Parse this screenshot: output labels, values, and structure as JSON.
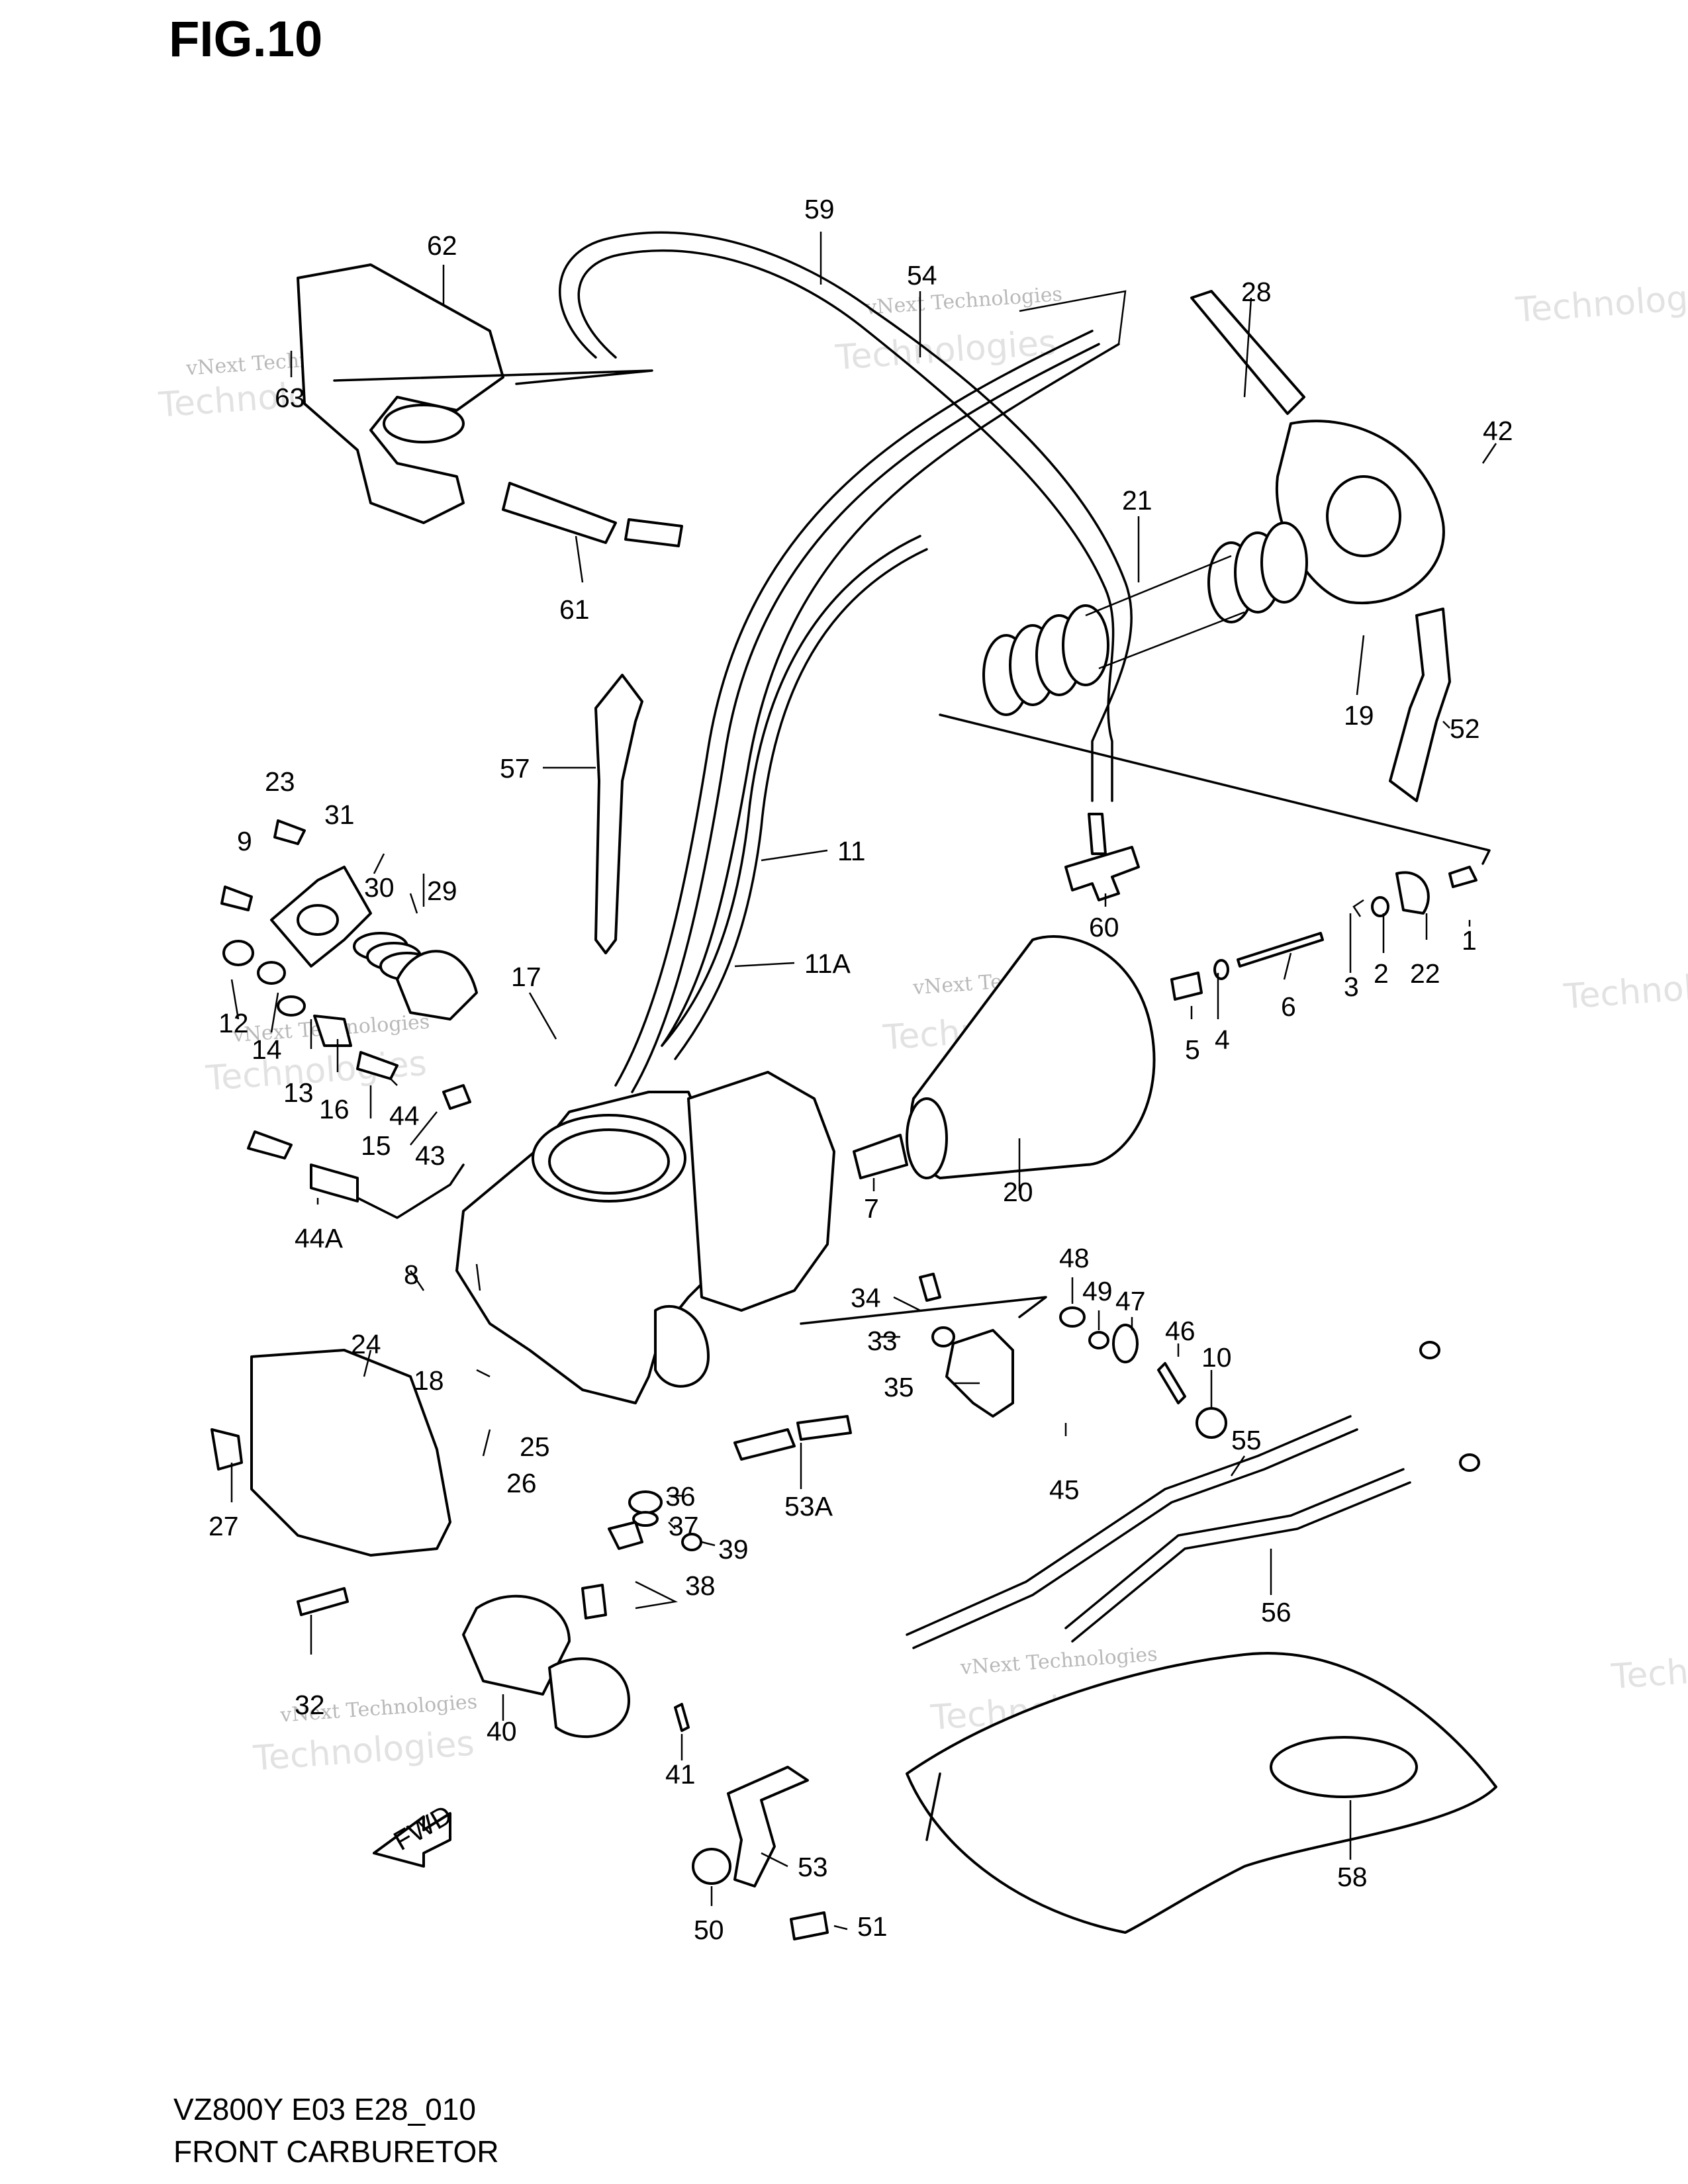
{
  "figure_title": "FIG.10",
  "footer": {
    "model_code": "VZ800Y E03 E28_010",
    "section_name": "FRONT CARBURETOR"
  },
  "watermark": {
    "line1": "vNext Technologies",
    "line2": "Technologies"
  },
  "callouts": [
    "59",
    "54",
    "62",
    "63",
    "61",
    "28",
    "42",
    "21",
    "19",
    "52",
    "57",
    "23",
    "31",
    "9",
    "30",
    "29",
    "12",
    "14",
    "13",
    "16",
    "17",
    "15",
    "44",
    "43",
    "44A",
    "11",
    "11A",
    "60",
    "1",
    "22",
    "2",
    "3",
    "6",
    "5",
    "4",
    "20",
    "7",
    "8",
    "24",
    "18",
    "25",
    "26",
    "27",
    "36",
    "37",
    "39",
    "38",
    "40",
    "32",
    "41",
    "34",
    "33",
    "35",
    "48",
    "49",
    "47",
    "46",
    "10",
    "45",
    "55",
    "56",
    "53A",
    "53",
    "50",
    "51",
    "58"
  ],
  "fwd_label": "FWD"
}
